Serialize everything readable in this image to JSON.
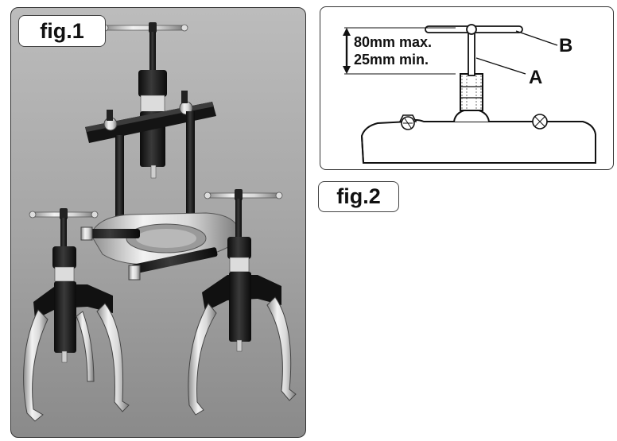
{
  "figures": {
    "fig1": {
      "label": "fig.1"
    },
    "fig2": {
      "label": "fig.2",
      "dim_max": "80mm max.",
      "dim_min": "25mm min.",
      "callout_a": "A",
      "callout_b": "B"
    }
  }
}
